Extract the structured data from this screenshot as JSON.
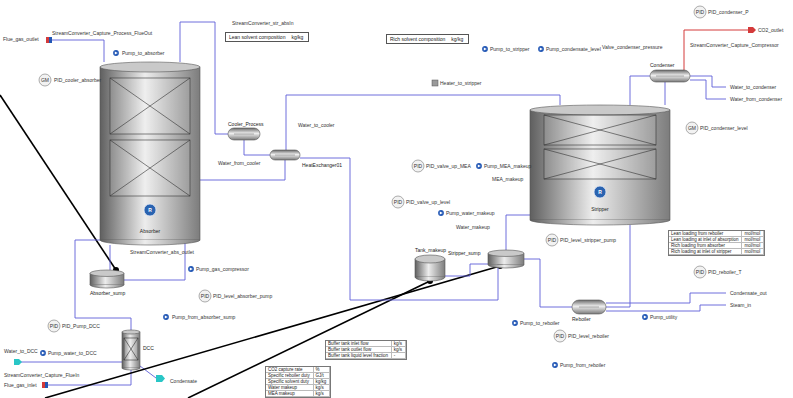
{
  "diagram": {
    "nodes": [
      {
        "text": [
          "Lean solvent composition",
          "kg/kg"
        ]
      },
      {
        "text": [
          "Rich solvent composition",
          "kg/kg"
        ]
      },
      {
        "text": [
          "Absorber"
        ]
      },
      {
        "text": [
          "Cooler_Process"
        ]
      },
      {
        "text": [
          "HeatExchanger01"
        ]
      },
      {
        "text": [
          "Condenser"
        ]
      },
      {
        "text": [
          "Stripper"
        ]
      },
      {
        "text": [
          "Absorber_sump"
        ]
      },
      {
        "text": [
          "DCC"
        ]
      },
      {
        "text": [
          "Tank_makeup"
        ]
      },
      {
        "text": [
          "Stripper_sump"
        ]
      },
      {
        "text": [
          "Reboiler"
        ]
      },
      {
        "text": [
          "CO2 capture rate",
          "%",
          "Specific reboiler duty",
          "GJ/t",
          "Specific solvent duty",
          "kg/kg",
          "Water makeup",
          "kg/s",
          "MEA makeup",
          "kg/s"
        ]
      },
      {
        "text": [
          "Buffer tank inlet flow",
          "kg/s",
          "Buffer tank outlet flow",
          "kg/s",
          "Buffer tank liquid level fraction",
          "-"
        ]
      },
      {
        "text": [
          "Lean loading from reboiler",
          "mol/mol",
          "Lean loading at inlet of absorption",
          "mol/mol",
          "Rich loading from absorber",
          "mol/mol",
          "Rich loading at inlet of stripper",
          "mol/mol"
        ]
      }
    ],
    "edges": [
      {
        "from": 8,
        "to": 2,
        "arrow": "none"
      },
      {
        "from": 2,
        "to": 7,
        "arrow": "none"
      },
      {
        "from": 7,
        "to": 4,
        "arrow": "none"
      },
      {
        "from": 4,
        "to": 6,
        "arrow": "none"
      },
      {
        "from": 6,
        "to": 10,
        "arrow": "none"
      },
      {
        "from": 10,
        "to": 11,
        "arrow": "none"
      },
      {
        "from": 11,
        "to": 6,
        "arrow": "none"
      },
      {
        "from": 10,
        "to": 4,
        "arrow": "none"
      },
      {
        "from": 4,
        "to": 3,
        "arrow": "none"
      },
      {
        "from": 3,
        "to": 2,
        "arrow": "none"
      },
      {
        "from": 9,
        "to": 10,
        "arrow": "none"
      },
      {
        "from": 6,
        "to": 5,
        "arrow": "none"
      },
      {
        "from": 5,
        "to": 6,
        "arrow": "none"
      }
    ],
    "labels": [
      "Flue_gas_outlet",
      "StreamConverter_Capture_Process_FlueOut",
      "StreamConverter_str_absIn",
      "Pump_to_absorber",
      "GM",
      "PID_cooler_absorber",
      "StreamConverter_abs_outlet",
      "Pump_gas_compressor",
      "PID",
      "PID_level_absorber_pump",
      "Pump_from_absorber_sump",
      "PID",
      "PID_Pump_DCC",
      "Water_to_DCC",
      "Pump_water_to_DCC",
      "Condensate",
      "Flue_gas_inlet",
      "StreamConverter_Capture_FlueIn",
      "Water_to_cooler",
      "Water_from_cooler",
      "PID",
      "PID_valve_up_MEA",
      "Pump_MEA_makeup",
      "MEA_makeup",
      "PID",
      "PID_valve_up_level",
      "Pump_water_makeup",
      "Water_makeup",
      "PID",
      "PID_level_stripper_pump",
      "Pump_to_reboiler",
      "PID",
      "PID_reboiler_T",
      "Pump_utility",
      "Condensate_out",
      "Steam_in",
      "PID",
      "PID_level_reboiler",
      "Pump_from_reboiler",
      "Pump_to_stripper",
      "Heater_to_stripper",
      "Pump_condensate_level",
      "Valve_condenser_pressure",
      "PID",
      "PID_condenser_P",
      "StreamConverter_Capture_Compressor",
      "CO2_outlet",
      "Water_to_condenser",
      "Water_from_condenser",
      "GM",
      "PID_condenser_level",
      "R",
      "R"
    ]
  }
}
